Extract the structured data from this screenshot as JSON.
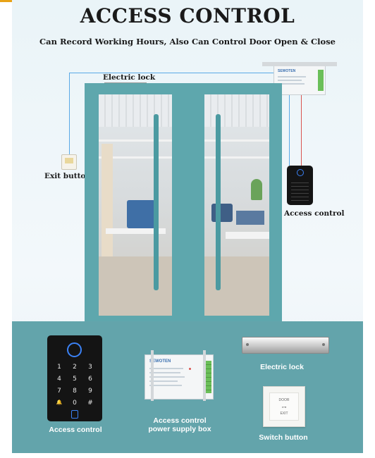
{
  "header": {
    "title": "ACCESS CONTROL",
    "subtitle": "Can Record Working Hours, Also Can Control Door Open & Close"
  },
  "diagram": {
    "electric_lock_label": "Electric lock",
    "exit_button_label": "Exit button",
    "access_control_label": "Access control",
    "power_box_brand": "SEWOTEN",
    "wire_colors": {
      "blue": "#5aa9e6",
      "red": "#d9534f"
    }
  },
  "products": {
    "keypad": {
      "label": "Access control",
      "keys": [
        "1",
        "2",
        "3",
        "4",
        "5",
        "6",
        "7",
        "8",
        "9",
        "🔔",
        "0",
        "#"
      ]
    },
    "power_box": {
      "label_line1": "Access control",
      "label_line2": "power supply box",
      "brand": "SEWOTEN"
    },
    "electric_lock": {
      "label": "Electric lock"
    },
    "switch_button": {
      "label": "Switch button",
      "text_top": "DOOR",
      "text_bottom": "EXIT"
    }
  },
  "colors": {
    "teal": "#5ea7ad",
    "panel": "#63a4ab",
    "accent": "#e8a317"
  }
}
